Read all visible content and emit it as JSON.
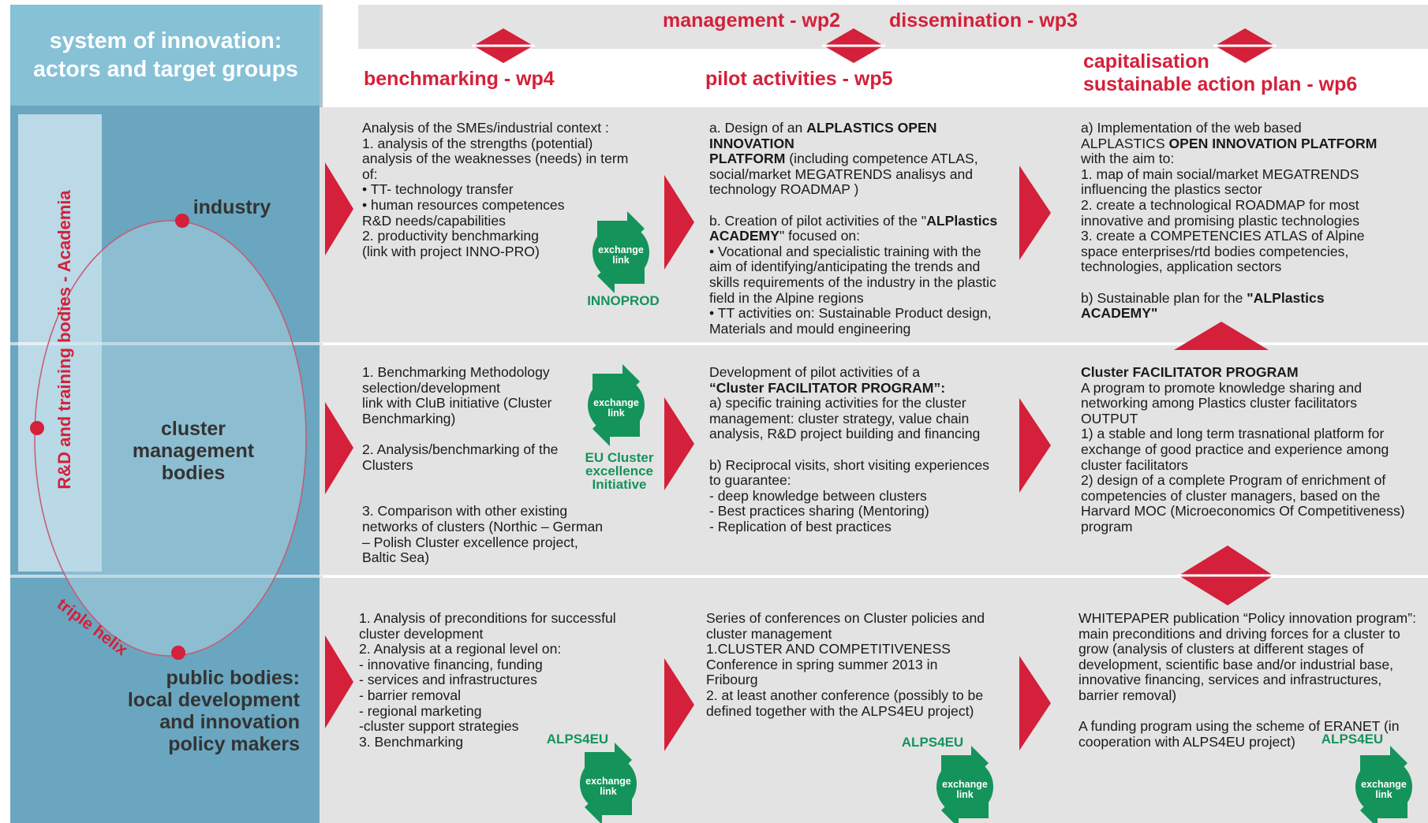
{
  "left_panel": {
    "title": "system of innovation:\nactors and target groups",
    "academia_label": "R&D and training bodies -  Academia",
    "triple_helix_label": "triple helix",
    "actors": {
      "industry": "industry",
      "cluster": "cluster\nmanagement\nbodies",
      "public": "public bodies:\nlocal development\nand innovation\npolicy makers"
    }
  },
  "top_banner": {
    "management": "management - wp2",
    "dissemination": "dissemination - wp3"
  },
  "columns": {
    "wp4": "benchmarking - wp4",
    "wp5": "pilot activities - wp5",
    "wp6_line1": "capitalisation",
    "wp6_line2": "sustainable action plan - wp6"
  },
  "exchange": {
    "icon_text": "exchange\nlink",
    "innoprod": "INNOPROD",
    "eu_cluster": "EU Cluster\nexcellence\nInitiative",
    "alps4eu": "ALPS4EU"
  },
  "rows": {
    "industry": {
      "wp4": "Analysis of the  SMEs/industrial  context :\n1.  analysis  of the strengths (potential)\nanalysis of the weaknesses (needs) in term\nof:\n•  TT- technology transfer\n•  human resources competences\nR&D needs/capabilities\n2.  productivity benchmarking\n (link with project INNO-PRO)",
      "wp5_a": "a. Design of an ",
      "wp5_a_b1": "ALPLASTICS OPEN INNOVATION\nPLATFORM",
      "wp5_a_rest": " (including competence ATLAS,\nsocial/market MEGATRENDS analisys  and\ntechnology ROADMAP )",
      "wp5_b": "b. Creation of pilot activities of the \"",
      "wp5_b_b1": "ALPlastics\nACADEMY",
      "wp5_b_rest": "\" focused  on:\n•  Vocational and  specialistic training with the\naim of identifying/anticipating the trends and\nskills requirements of the industry in the plastic\nfield in the Alpine regions\n•  TT activities on: Sustainable Product design,\nMaterials and mould engineering",
      "wp6_a": "a) Implementation of the  web based\nALPLASTICS ",
      "wp6_a_b1": "OPEN INNOVATION PLATFORM",
      "wp6_a_rest": "\n with the aim to:\n1. map of  main social/market MEGATRENDS\ninfluencing the plastics sector\n2. create a technological ROADMAP for most\ninnovative and promising plastic technologies\n3. create a COMPETENCIES ATLAS of Alpine\nspace enterprises/rtd bodies competencies,\ntechnologies, application sectors",
      "wp6_b": " b) Sustainable plan for the ",
      "wp6_b_b1": "\"ALPlastics\n ACADEMY\""
    },
    "cluster": {
      "wp4": "1.  Benchmarking Methodology\nselection/development\n link with CluB initiative (Cluster\nBenchmarking)\n\n2.  Analysis/benchmarking  of the\nClusters\n\n\n3. Comparison with other existing\nnetworks of clusters (Northic – German\n– Polish Cluster excellence project,\nBaltic Sea)",
      "wp5_pre": "Development of  pilot activities of a\n",
      "wp5_bold": "“Cluster FACILITATOR PROGRAM”:",
      "wp5_rest": "\na) specific training activities for the cluster\nmanagement: cluster strategy, value chain\nanalysis, R&D project building and financing\n\nb) Reciprocal visits, short visiting experiences\nto guarantee:\n- deep knowledge between clusters\n- Best practices sharing (Mentoring)\n- Replication of best practices",
      "wp6_bold": "Cluster FACILITATOR PROGRAM",
      "wp6_rest": "\nA  program to promote knowledge sharing and\nnetworking among Plastics cluster facilitators\nOUTPUT\n1) a stable and long term trasnational  platform for\nexchange of good practice and experience among\ncluster facilitators\n2) design of a complete Program of enrichment of\ncompetencies of cluster managers, based on the\nHarvard MOC (Microeconomics Of Competitiveness)\nprogram"
    },
    "public": {
      "wp4": "1.  Analysis of preconditions for successful\ncluster development\n2.  Analysis at a regional level on:\n  - innovative financing, funding\n  - services and infrastructures\n  - barrier removal\n  - regional marketing\n  -cluster support strategies\n3.  Benchmarking",
      "wp5": "Series of conferences on Cluster policies and\ncluster management\n1.CLUSTER AND COMPETITIVENESS\nConference in spring summer 2013 in\nFribourg\n2. at least another conference (possibly to be\ndefined together with the ALPS4EU project)",
      "wp6": "WHITEPAPER publication   “Policy innovation program”:\nmain preconditions and driving forces for a cluster to\ngrow (analysis of clusters at different stages of\ndevelopment, scientific base and/or industrial base,\ninnovative financing, services and infrastructures,\nbarrier removal)\n\nA funding program using the scheme of ERANET (in\ncooperation with ALPS4EU project)"
    }
  },
  "colors": {
    "accent_red": "#d4203a",
    "exchange_green": "#14935b",
    "panel_blue": "#6ca8c0",
    "band_gray": "#e3e3e3"
  }
}
